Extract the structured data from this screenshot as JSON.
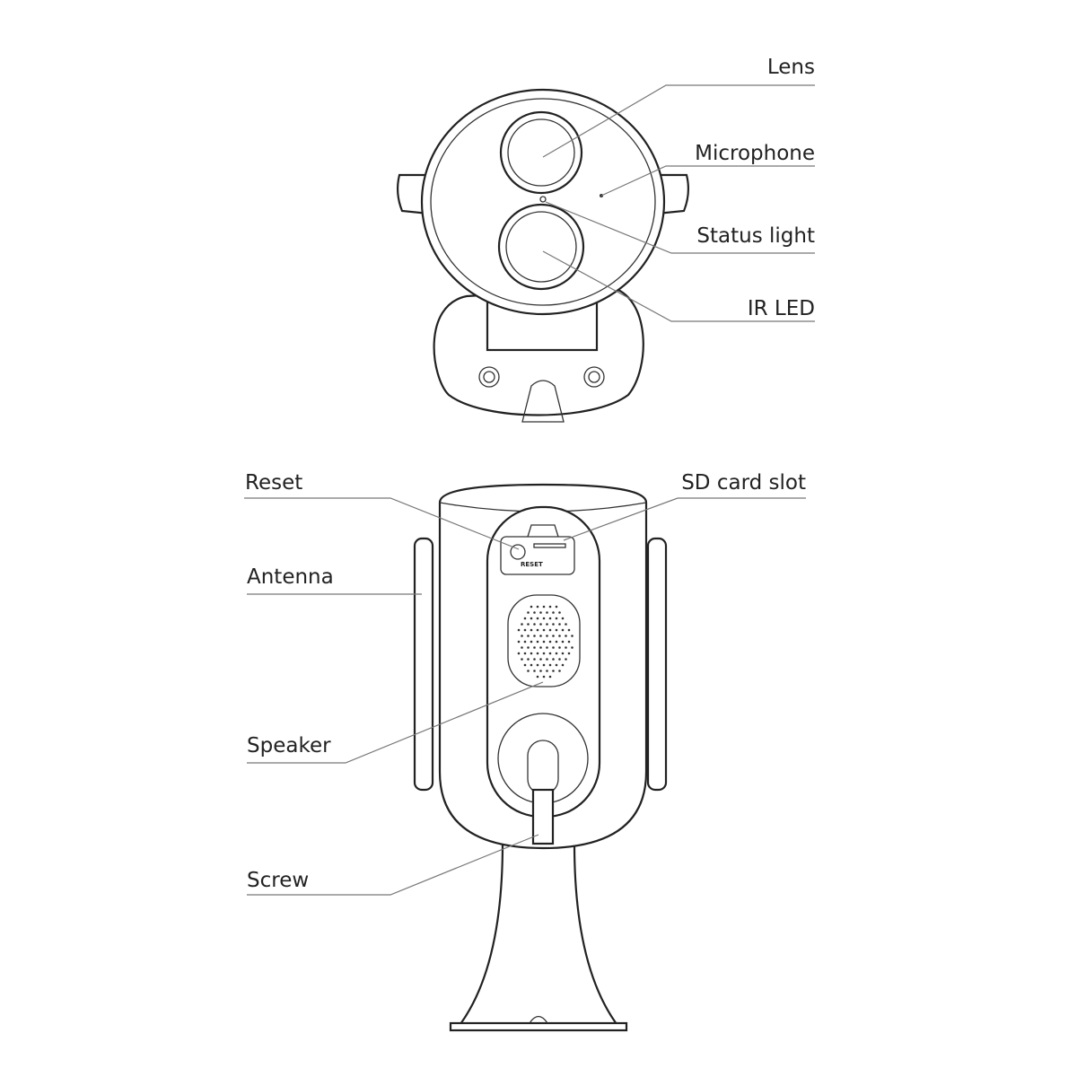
{
  "labels": {
    "lens": "Lens",
    "microphone": "Microphone",
    "status_light": "Status light",
    "ir_led": "IR LED",
    "reset": "Reset",
    "sd_card_slot": "SD card slot",
    "antenna": "Antenna",
    "speaker": "Speaker",
    "screw": "Screw"
  },
  "device_marking": "RESET"
}
